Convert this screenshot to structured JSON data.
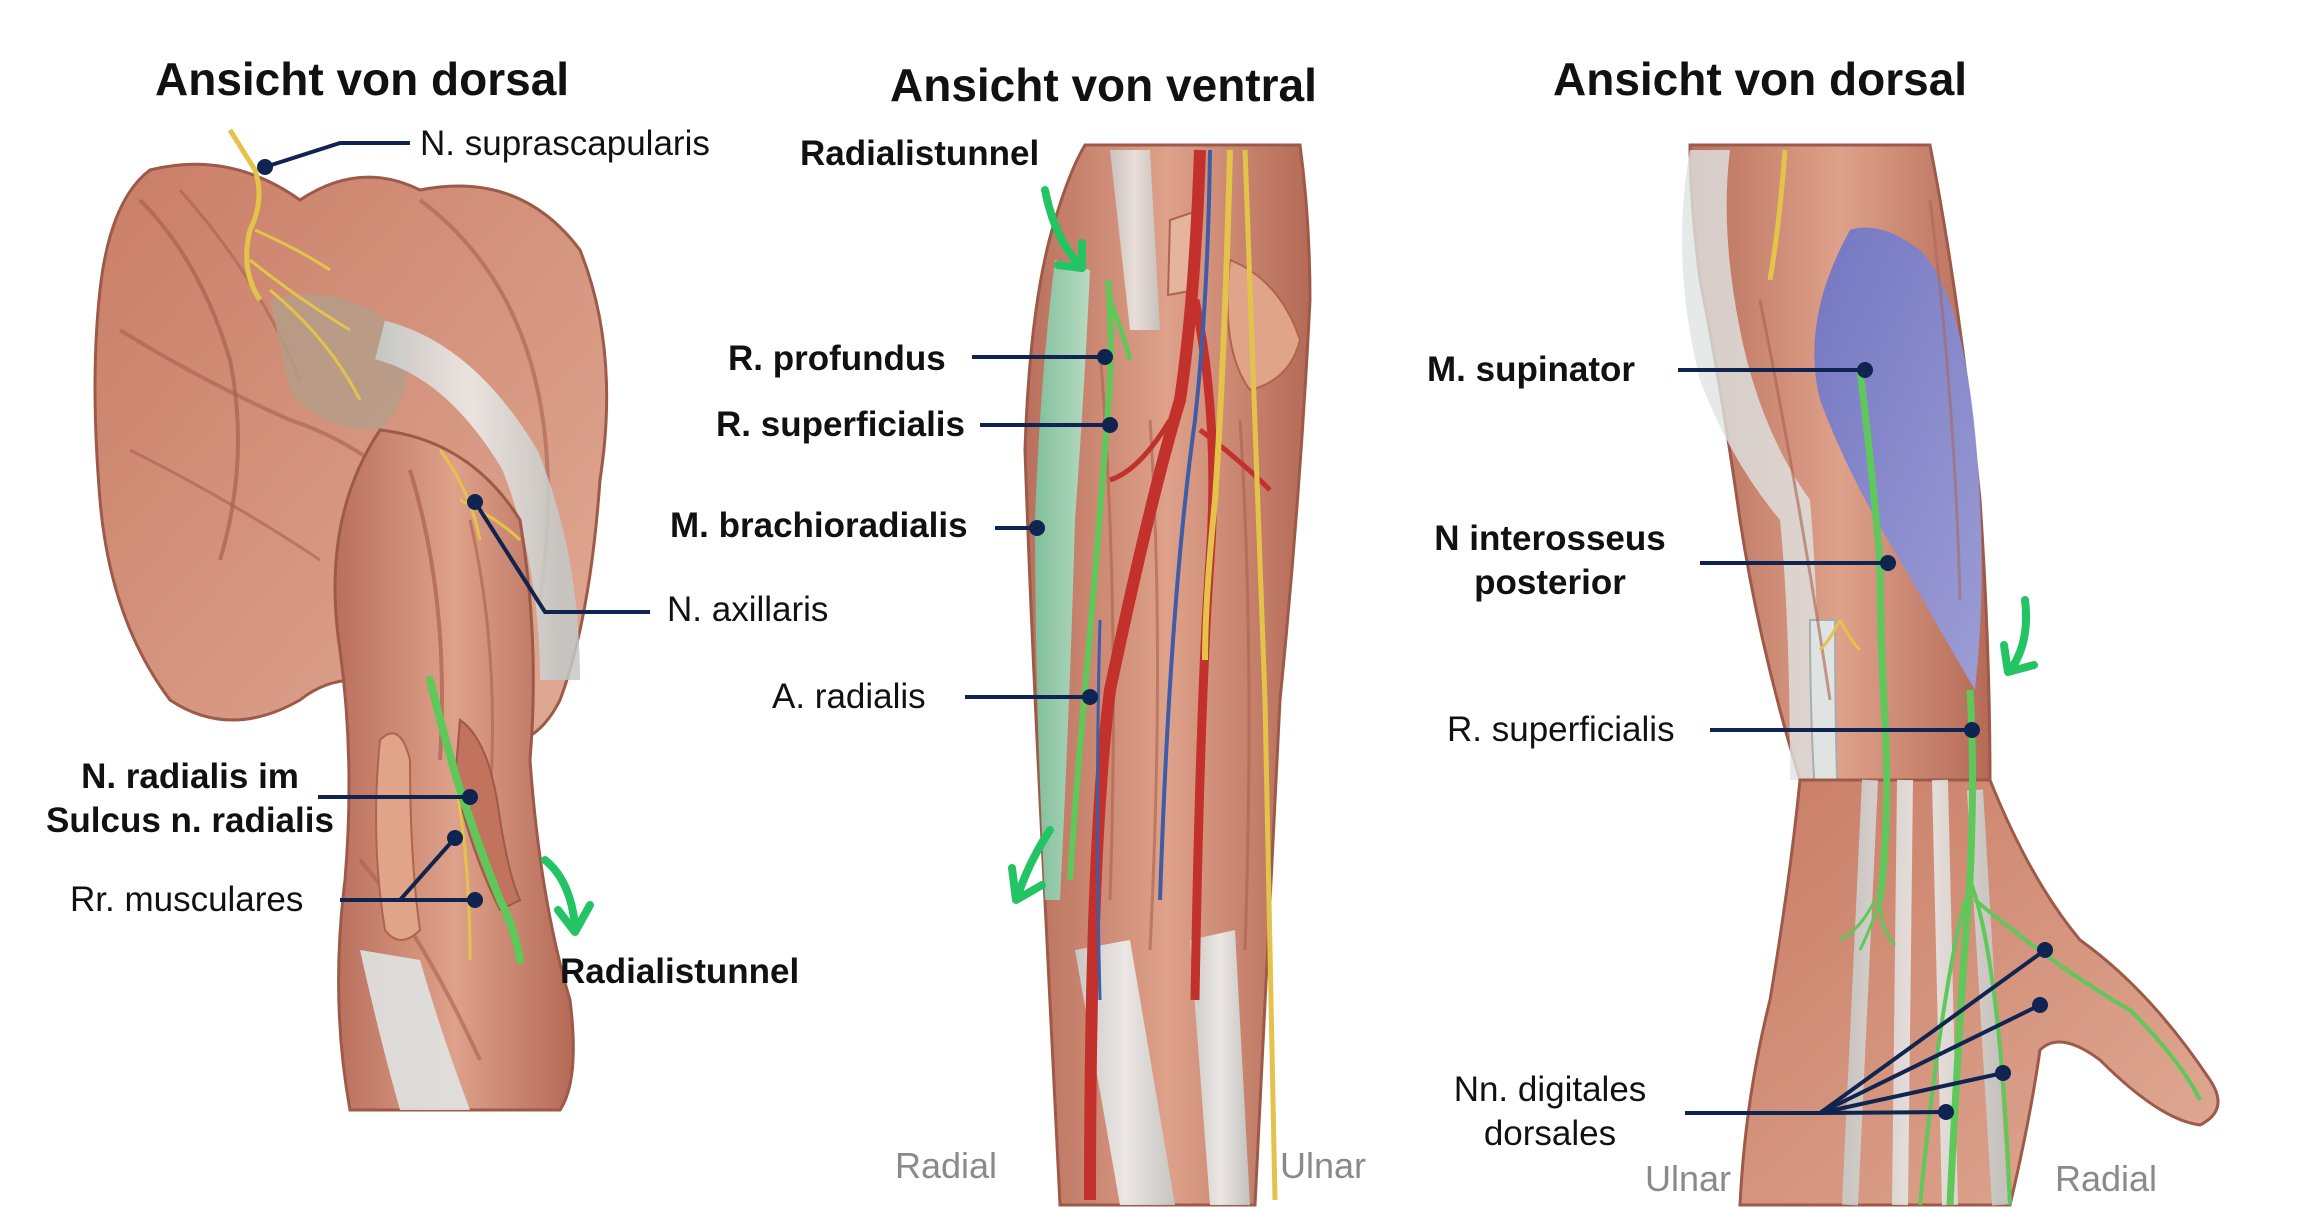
{
  "panels": {
    "shoulder": {
      "title": "Ansicht von dorsal",
      "labels": {
        "suprascapularis": "N. suprascapularis",
        "axillaris": "N. axillaris",
        "radialis_sulcus_line1": "N. radialis im",
        "radialis_sulcus_line2": "Sulcus n. radialis",
        "rr_musculares": "Rr. musculares",
        "radialistunnel": "Radialistunnel"
      }
    },
    "forearm_ventral": {
      "title": "Ansicht von ventral",
      "labels": {
        "radialistunnel": "Radialistunnel",
        "r_profundus": "R. profundus",
        "r_superficialis": "R. superficialis",
        "m_brachioradialis": "M. brachioradialis",
        "a_radialis": "A. radialis"
      },
      "sides": {
        "left": "Radial",
        "right": "Ulnar"
      }
    },
    "forearm_dorsal": {
      "title": "Ansicht von dorsal",
      "labels": {
        "m_supinator": "M. supinator",
        "n_interosseus_line1": "N interosseus",
        "n_interosseus_line2": "posterior",
        "r_superficialis": "R. superficialis",
        "nn_digitales_line1": "Nn. digitales",
        "nn_digitales_line2": "dorsales"
      },
      "sides": {
        "left": "Ulnar",
        "right": "Radial"
      }
    }
  },
  "colors": {
    "muscle": "#d9967d",
    "muscle_dark": "#b96a55",
    "tendon": "#dfe3e2",
    "nerve": "#e3c34a",
    "radial_nerve": "#5ec85a",
    "artery": "#c2312c",
    "vein": "#3e5ca8",
    "supinator": "#7a82d0",
    "brachioradialis": "#9fd2b4",
    "arrow": "#22c463",
    "leader": "#0f2450"
  }
}
